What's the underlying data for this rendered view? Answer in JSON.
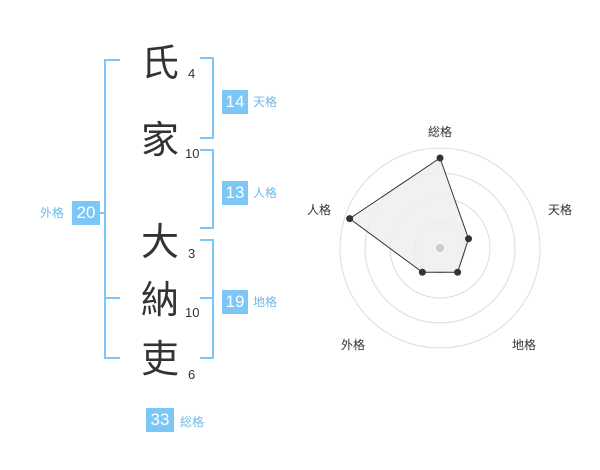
{
  "name": {
    "chars": [
      {
        "char": "氏",
        "strokes": "4"
      },
      {
        "char": "家",
        "strokes": "10"
      },
      {
        "char": "大",
        "strokes": "3"
      },
      {
        "char": "納",
        "strokes": "10"
      },
      {
        "char": "吏",
        "strokes": "6"
      }
    ]
  },
  "fortune": {
    "tenkaku": {
      "value": "14",
      "label": "天格"
    },
    "jinkaku": {
      "value": "13",
      "label": "人格"
    },
    "chikaku": {
      "value": "19",
      "label": "地格"
    },
    "gaikaku": {
      "value": "20",
      "label": "外格"
    },
    "soukaku": {
      "value": "33",
      "label": "総格"
    }
  },
  "colors": {
    "accent": "#7cc7f5",
    "bracket": "#7cc7f5",
    "radar_fill": "#eeeeee",
    "radar_line": "#333333"
  },
  "chart_data": {
    "type": "radar",
    "axes": [
      "総格",
      "天格",
      "地格",
      "外格",
      "人格"
    ],
    "values": [
      0.9,
      0.3,
      0.3,
      0.3,
      0.95
    ],
    "rings": 4
  }
}
